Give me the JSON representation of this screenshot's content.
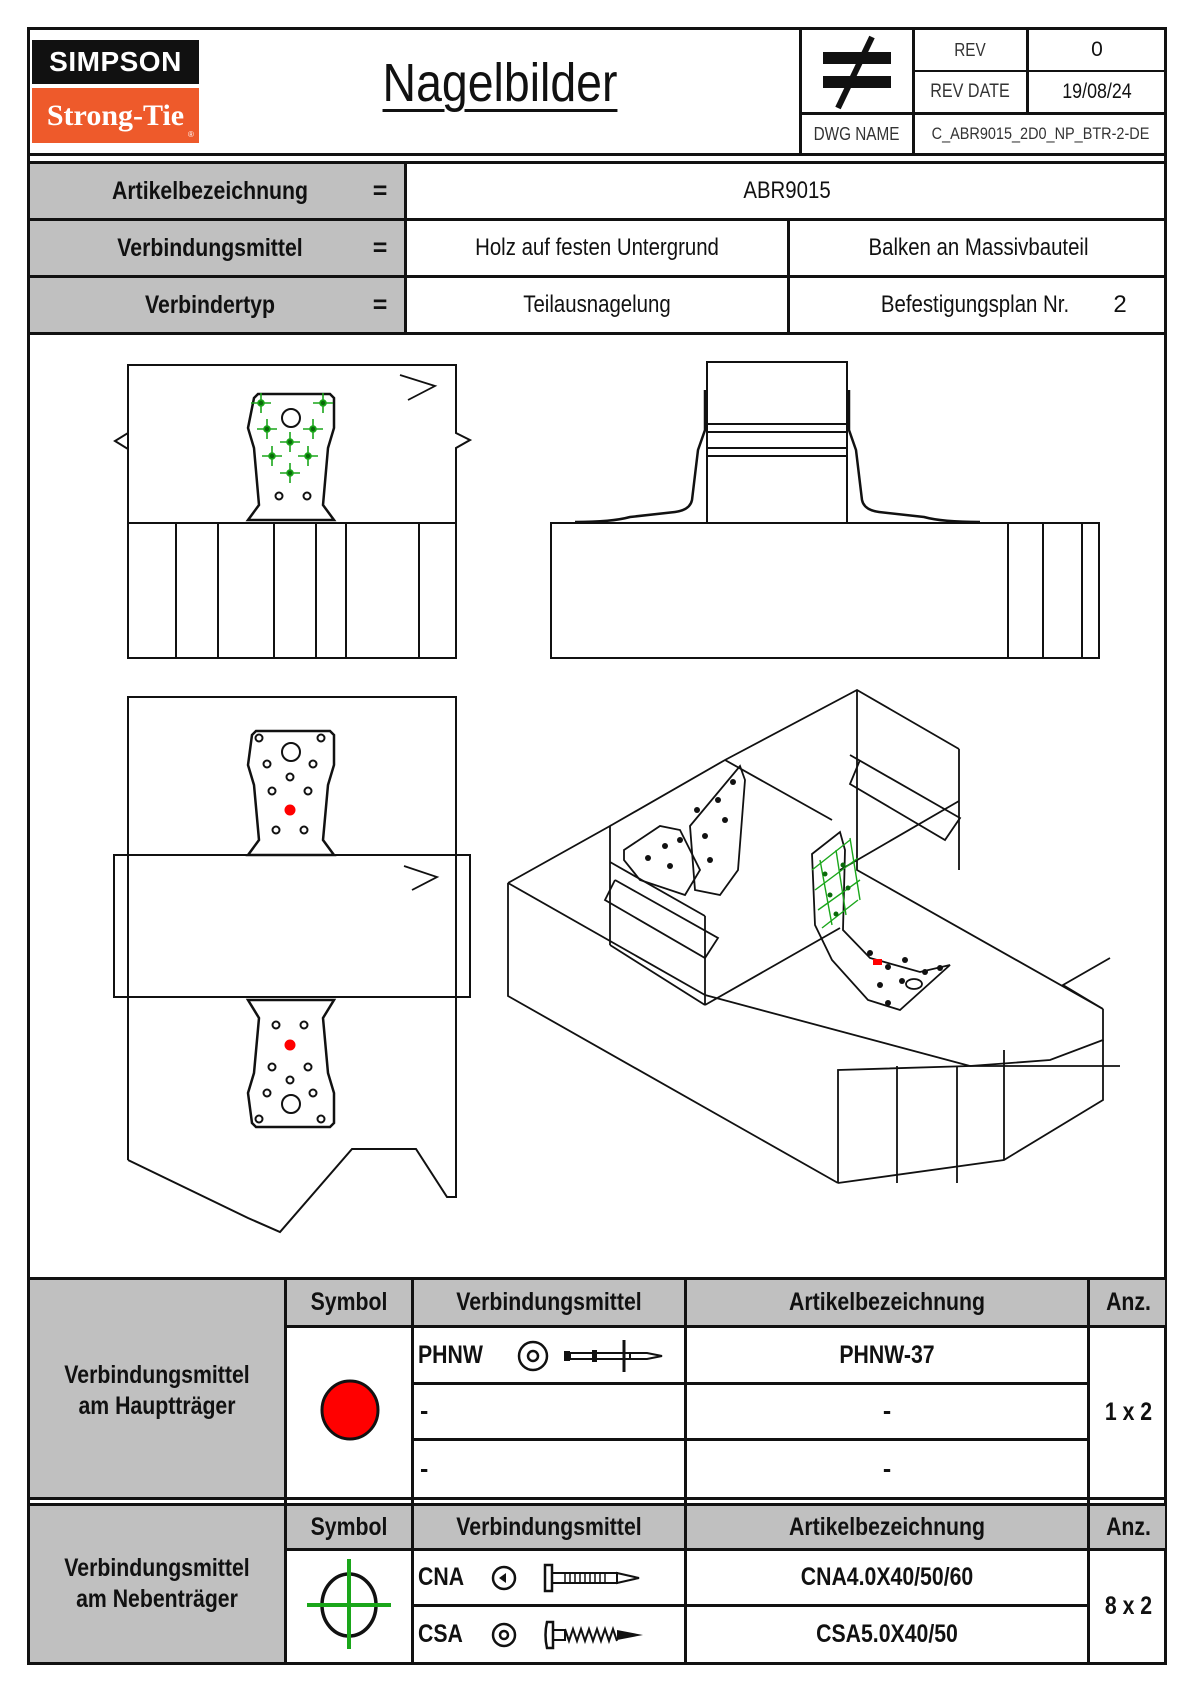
{
  "logo": {
    "top": "SIMPSON",
    "bottom": "Strong-Tie",
    "registered": "®"
  },
  "header": {
    "title": "Nagelbilder",
    "symbol_icon": "not-equal-icon",
    "rev_label": "REV",
    "rev_value": "0",
    "rev_date_label": "REV DATE",
    "rev_date_value": "19/08/24",
    "dwg_name_label": "DWG NAME",
    "dwg_name_value": "C_ABR9015_2D0_NP_BTR-2-DE"
  },
  "info": {
    "rows": [
      {
        "label": "Artikelbezeichnung",
        "eq": "=",
        "values": [
          "ABR9015"
        ]
      },
      {
        "label": "Verbindungsmittel",
        "eq": "=",
        "values": [
          "Holz auf festen Untergrund",
          "Balken an Massivbauteil"
        ]
      },
      {
        "label": "Verbindertyp",
        "eq": "=",
        "values": [
          "Teilausnagelung",
          "Befestigungsplan Nr."
        ],
        "plan_number": "2"
      }
    ]
  },
  "drawing": {
    "views": [
      "top-view-secondary-beam",
      "front-view",
      "plan-view-main-beam",
      "isometric-view"
    ],
    "colors": {
      "secondary_fastener": "#1aa61a",
      "main_fastener": "#ff0000",
      "line": "#111111"
    }
  },
  "tables": [
    {
      "group_label_1": "Verbindungsmittel",
      "group_label_2": "am Hauptträger",
      "headers": [
        "Symbol",
        "Verbindungsmittel",
        "Artikelbezeichnung",
        "Anz."
      ],
      "symbol": "red-dot-symbol",
      "rows": [
        {
          "fastener": "PHNW",
          "head_icon": "ring-head-icon",
          "shank_icon": "anchor-nail-icon",
          "article": "PHNW-37"
        },
        {
          "fastener": "-",
          "article": "-"
        },
        {
          "fastener": "-",
          "article": "-"
        }
      ],
      "count": "1 x 2"
    },
    {
      "group_label_1": "Verbindungsmittel",
      "group_label_2": "am Nebenträger",
      "headers": [
        "Symbol",
        "Verbindungsmittel",
        "Artikelbezeichnung",
        "Anz."
      ],
      "symbol": "green-crosshair-symbol",
      "rows": [
        {
          "fastener": "CNA",
          "head_icon": "nail-head-icon",
          "shank_icon": "ring-nail-icon",
          "article": "CNA4.0X40/50/60"
        },
        {
          "fastener": "CSA",
          "head_icon": "screw-head-icon",
          "shank_icon": "screw-icon",
          "article": "CSA5.0X40/50"
        }
      ],
      "count": "8 x 2"
    }
  ]
}
